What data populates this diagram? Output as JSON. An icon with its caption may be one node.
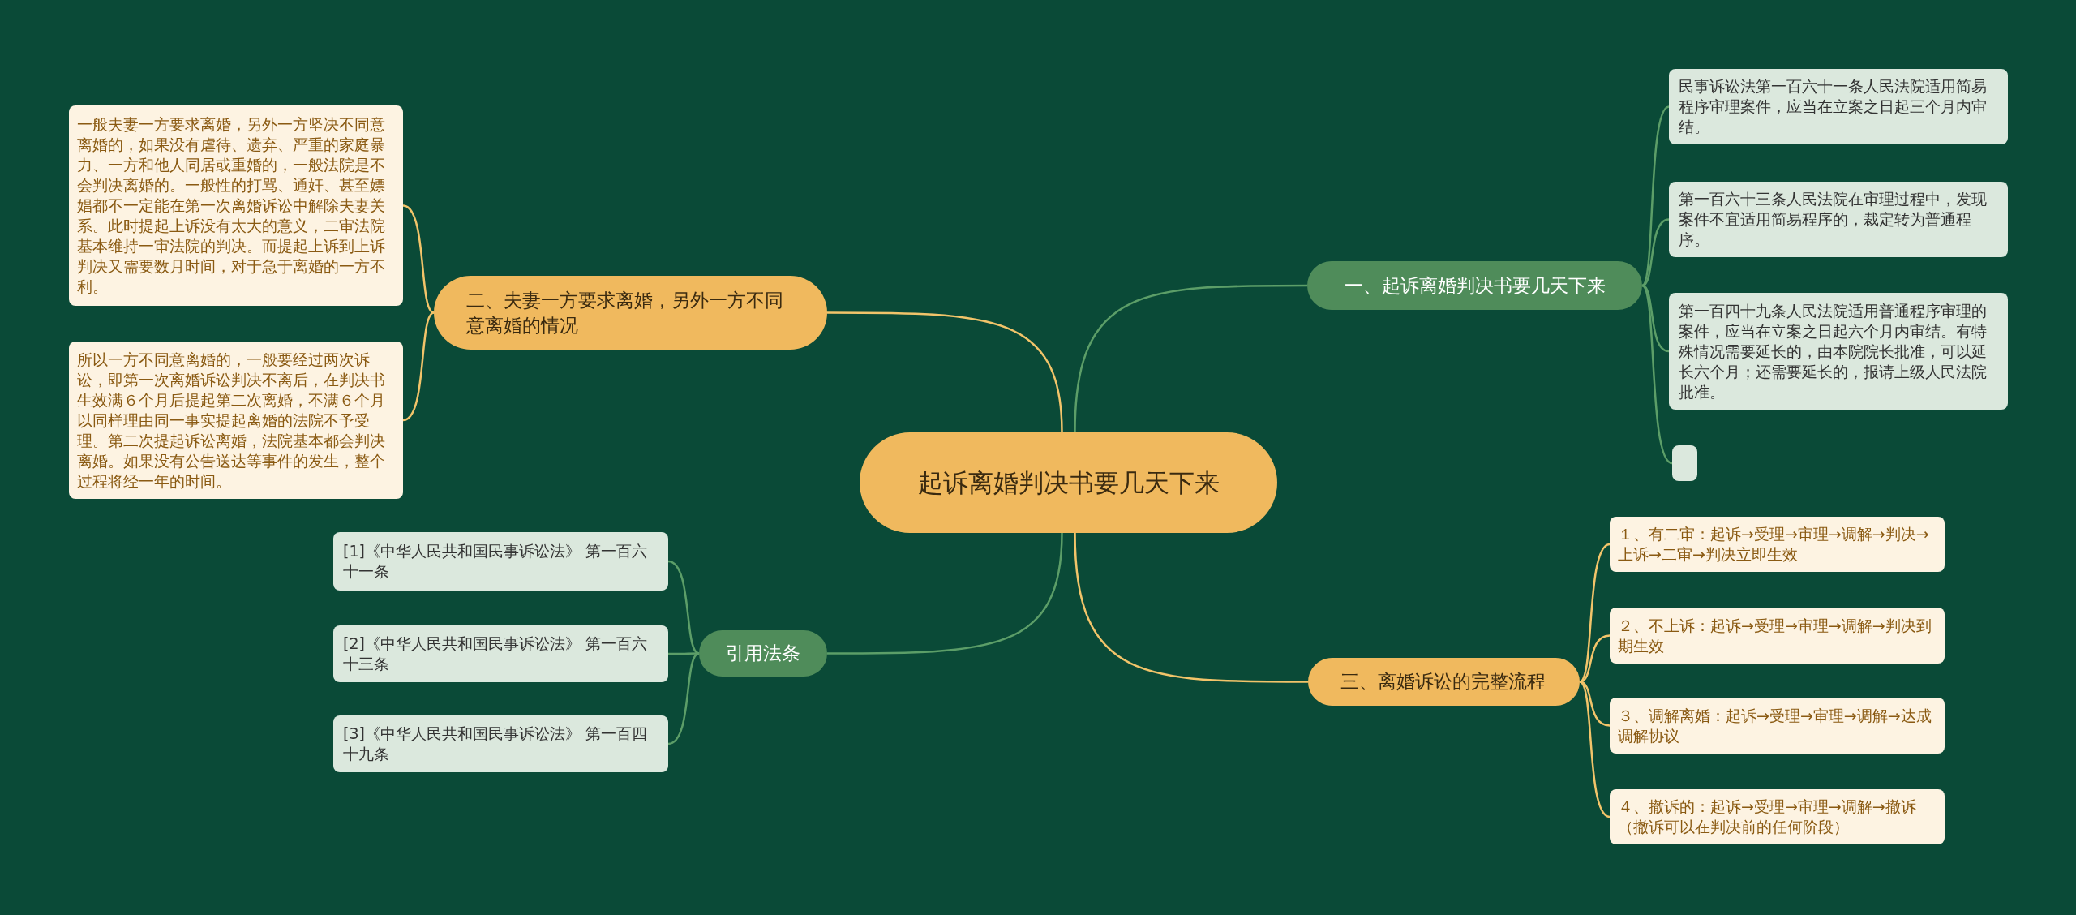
{
  "diagram": {
    "nodes": [
      {
        "text": [
          "起诉离婚判决书要几天下来"
        ]
      },
      {
        "text": [
          "一、起诉离婚判决书要几天下来"
        ]
      },
      {
        "text": [
          "民事诉讼法第一百六十一条人民法院适用简易程序审理案件，应当在立案之日起三个月内审结。"
        ]
      },
      {
        "text": [
          "第一百六十三条人民法院在审理过程中，发现案件不宜适用简易程序的，裁定转为普通程序。"
        ]
      },
      {
        "text": [
          "第一百四十九条人民法院适用普通程序审理的案件，应当在立案之日起六个月内审结。有特殊情况需要延长的，由本院院长批准，可以延长六个月；还需要延长的，报请上级人民法院批准。"
        ]
      },
      {
        "text": [],
        "shape": "box"
      },
      {
        "text": [
          "二、夫妻一方要求离婚，另外一方不同意离婚的情况"
        ]
      },
      {
        "text": [
          "一般夫妻一方要求离婚，另外一方坚决不同意离婚的，如果没有虐待、遗弃、严重的家庭暴力、一方和他人同居或重婚的，一般法院是不会判决离婚的。一般性的打骂、通奸、甚至嫖娼都不一定能在第一次离婚诉讼中解除夫妻关系。此时提起上诉没有太大的意义，二审法院基本维持一审法院的判决。而提起上诉到上诉判决又需要数月时间，对于急于离婚的一方不利。"
        ]
      },
      {
        "text": [
          "所以一方不同意离婚的，一般要经过两次诉讼，即第一次离婚诉讼判决不离后，在判决书生效满６个月后提起第二次离婚，不满６个月以同样理由同一事实提起离婚的法院不予受理。第二次提起诉讼离婚，法院基本都会判决离婚。如果没有公告送达等事件的发生，整个过程将经一年的时间。"
        ]
      },
      {
        "text": [
          "引用法条"
        ]
      },
      {
        "text": [
          "[1]《中华人民共和国民事诉讼法》 第一百六十一条"
        ]
      },
      {
        "text": [
          "[2]《中华人民共和国民事诉讼法》 第一百六十三条"
        ]
      },
      {
        "text": [
          "[3]《中华人民共和国民事诉讼法》 第一百四十九条"
        ]
      },
      {
        "text": [
          "三、离婚诉讼的完整流程"
        ]
      },
      {
        "text": [
          "１、有二审：起诉→受理→审理→调解→判决→上诉→二审→判决立即生效"
        ]
      },
      {
        "text": [
          "２、不上诉：起诉→受理→审理→调解→判决到期生效"
        ]
      },
      {
        "text": [
          "３、调解离婚：起诉→受理→审理→调解→达成调解协议"
        ]
      },
      {
        "text": [
          "４、撤诉的：起诉→受理→审理→调解→撤诉（撤诉可以在判决前的任何阶段）"
        ]
      }
    ],
    "edges": [
      {
        "from": 0,
        "to": 1,
        "arrow": "none"
      },
      {
        "from": 1,
        "to": 2,
        "arrow": "none"
      },
      {
        "from": 1,
        "to": 3,
        "arrow": "none"
      },
      {
        "from": 1,
        "to": 4,
        "arrow": "none"
      },
      {
        "from": 1,
        "to": 5,
        "arrow": "none"
      },
      {
        "from": 0,
        "to": 6,
        "arrow": "none",
        "color": "#f2c46a"
      },
      {
        "from": 6,
        "to": 7,
        "arrow": "none",
        "color": "#f2c46a"
      },
      {
        "from": 6,
        "to": 8,
        "arrow": "none",
        "color": "#f2c46a"
      },
      {
        "from": 0,
        "to": 9,
        "arrow": "none"
      },
      {
        "from": 9,
        "to": 10,
        "arrow": "none"
      },
      {
        "from": 9,
        "to": 11,
        "arrow": "none"
      },
      {
        "from": 9,
        "to": 12,
        "arrow": "none"
      },
      {
        "from": 0,
        "to": 13,
        "arrow": "none",
        "color": "#f2c46a"
      },
      {
        "from": 13,
        "to": 14,
        "arrow": "none",
        "color": "#f2c46a"
      },
      {
        "from": 13,
        "to": 15,
        "arrow": "none",
        "color": "#f2c46a"
      },
      {
        "from": 13,
        "to": 16,
        "arrow": "none",
        "color": "#f2c46a"
      },
      {
        "from": 13,
        "to": 17,
        "arrow": "none",
        "color": "#f2c46a"
      }
    ]
  }
}
